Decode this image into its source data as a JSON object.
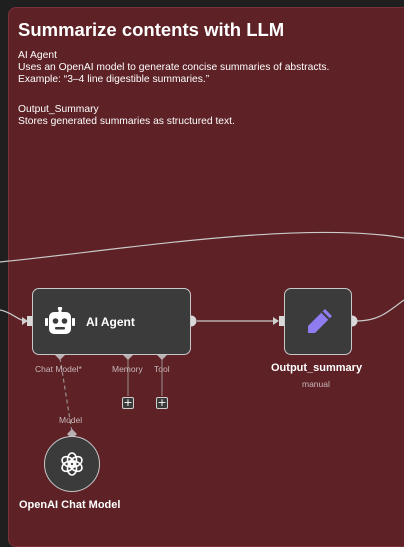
{
  "sticky_note": {
    "title": "Summarize contents with LLM",
    "lines": [
      "AI Agent",
      "Uses an OpenAI model to generate concise summaries of abstracts.",
      "Example: “3–4 line digestible summaries.”",
      "Output_Summary",
      "Stores generated summaries as structured text."
    ]
  },
  "agent_node": {
    "label": "AI Agent",
    "icon": "robot-icon",
    "ports": {
      "chat_model": "Chat Model*",
      "memory": "Memory",
      "tool": "Tool"
    },
    "add_symbol": "+"
  },
  "summary_node": {
    "title": "Output_summary",
    "subtitle": "manual",
    "icon": "pencil-icon"
  },
  "model_node": {
    "connection_label": "Model",
    "title": "OpenAI Chat Model",
    "icon": "openai-icon"
  },
  "colors": {
    "sticky_background": "#5d2126",
    "node_background": "#3b3b3b",
    "node_border": "#c8c8c8",
    "connector": "#d0d0d0",
    "edit_icon": "#8f7cf0"
  }
}
